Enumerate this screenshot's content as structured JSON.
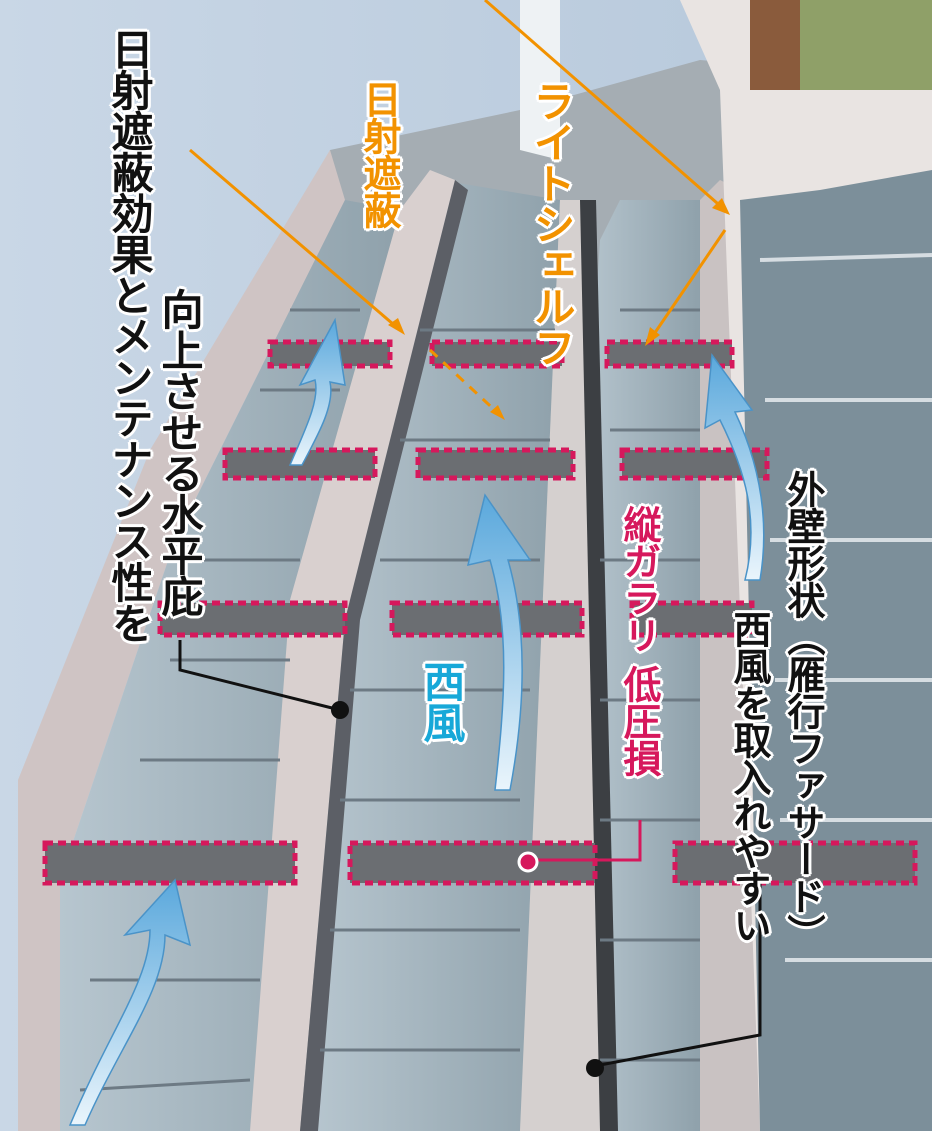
{
  "labels": {
    "horizontal_eaves_line1": "日射遮蔽効果とメンテナンス性を",
    "horizontal_eaves_line2": "向上させる水平庇",
    "solar_shading": "日射遮蔽",
    "light_shelf": "ライトシェルフ",
    "west_wind": "西風",
    "low_pressure_loss": "低圧損",
    "vertical_louver": "縦ガラリ",
    "facade_line1": "西風を取入れやすい",
    "facade_line2": "外壁形状（雁行ファサード）"
  },
  "colors": {
    "sky": "#c3d3e3",
    "orange_label": "#f29200",
    "cyan_label": "#17a8d8",
    "magenta_label": "#d6185c",
    "leader_black": "#111111",
    "wind_arrow": "#7ab8e0",
    "louver_dash": "#d6185c"
  }
}
